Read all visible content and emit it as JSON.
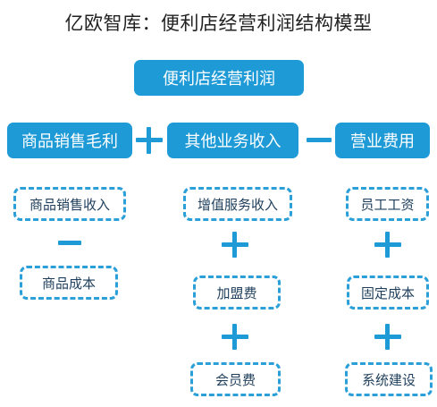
{
  "title": "亿欧智库：便利店经营利润结构模型",
  "top_box": "便利店经营利润",
  "level2": {
    "left": "商品销售毛利",
    "middle": "其他业务收入",
    "right": "营业费用"
  },
  "left_col": [
    "商品销售收入",
    "商品成本"
  ],
  "middle_col": [
    "增值服务收入",
    "加盟费",
    "会员费"
  ],
  "right_col": [
    "员工工资",
    "固定成本",
    "系统建设"
  ],
  "operators": {
    "top_left": "plus",
    "top_right": "minus",
    "left_col": "minus",
    "middle_col": "plus",
    "right_col": "plus"
  },
  "colors": {
    "accent": "#1e9ad6",
    "dashed_border": "#2a9fd8",
    "dashed_text": "#1f3f5c"
  }
}
